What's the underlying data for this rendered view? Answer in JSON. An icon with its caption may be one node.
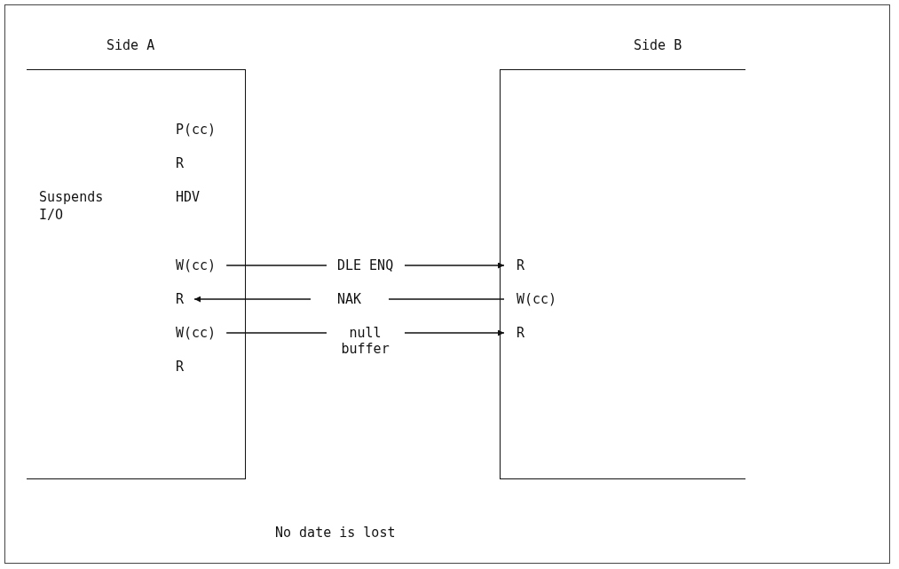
{
  "diagram": {
    "nodes": [
      {
        "text": [
          "Side A",
          "Suspends I/O"
        ]
      },
      {
        "text": [
          "P(cc)"
        ],
        "in": 0
      },
      {
        "text": [
          "R"
        ],
        "in": 0
      },
      {
        "text": [
          "HDV"
        ],
        "in": 0
      },
      {
        "text": [
          "W(cc)"
        ],
        "in": 0
      },
      {
        "text": [
          "R"
        ],
        "in": 0
      },
      {
        "text": [
          "W(cc)"
        ],
        "in": 0
      },
      {
        "text": [
          "R"
        ],
        "in": 0
      },
      {
        "text": [
          "Side B"
        ]
      },
      {
        "text": [
          "R"
        ],
        "in": 8
      },
      {
        "text": [
          "W(cc)"
        ],
        "in": 8
      },
      {
        "text": [
          "R"
        ],
        "in": 8
      }
    ],
    "edges": [
      {
        "from": 4,
        "to": 9,
        "arrow": "to",
        "label": "DLE ENQ"
      },
      {
        "from": 10,
        "to": 5,
        "arrow": "to",
        "label": "NAK"
      },
      {
        "from": 6,
        "to": 11,
        "arrow": "to",
        "label": "null buffer"
      }
    ],
    "labels": [
      "No date is lost"
    ]
  }
}
